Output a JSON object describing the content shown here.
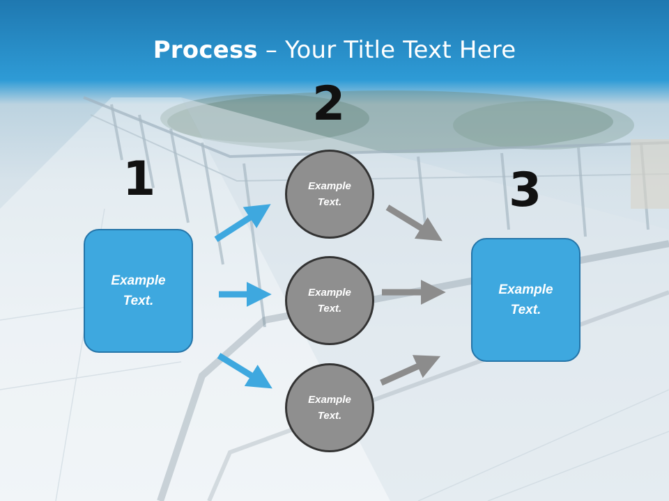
{
  "title": {
    "bold": "Process",
    "rest": " – Your Title Text Here"
  },
  "steps": {
    "one": "1",
    "two": "2",
    "three": "3"
  },
  "nodes": {
    "start_box": "Example\nText.",
    "circle_top": "Example\nText.",
    "circle_middle": "Example\nText.",
    "circle_bottom": "Example\nText.",
    "end_box": "Example\nText."
  },
  "colors": {
    "header_blue": "#2e9bd6",
    "box_fill": "#3ea8df",
    "box_border": "#2474a8",
    "circle_fill": "#8f8f8f",
    "circle_border": "#333333",
    "arrow_blue": "#3ea8df",
    "arrow_gray": "#8c8c8c"
  }
}
